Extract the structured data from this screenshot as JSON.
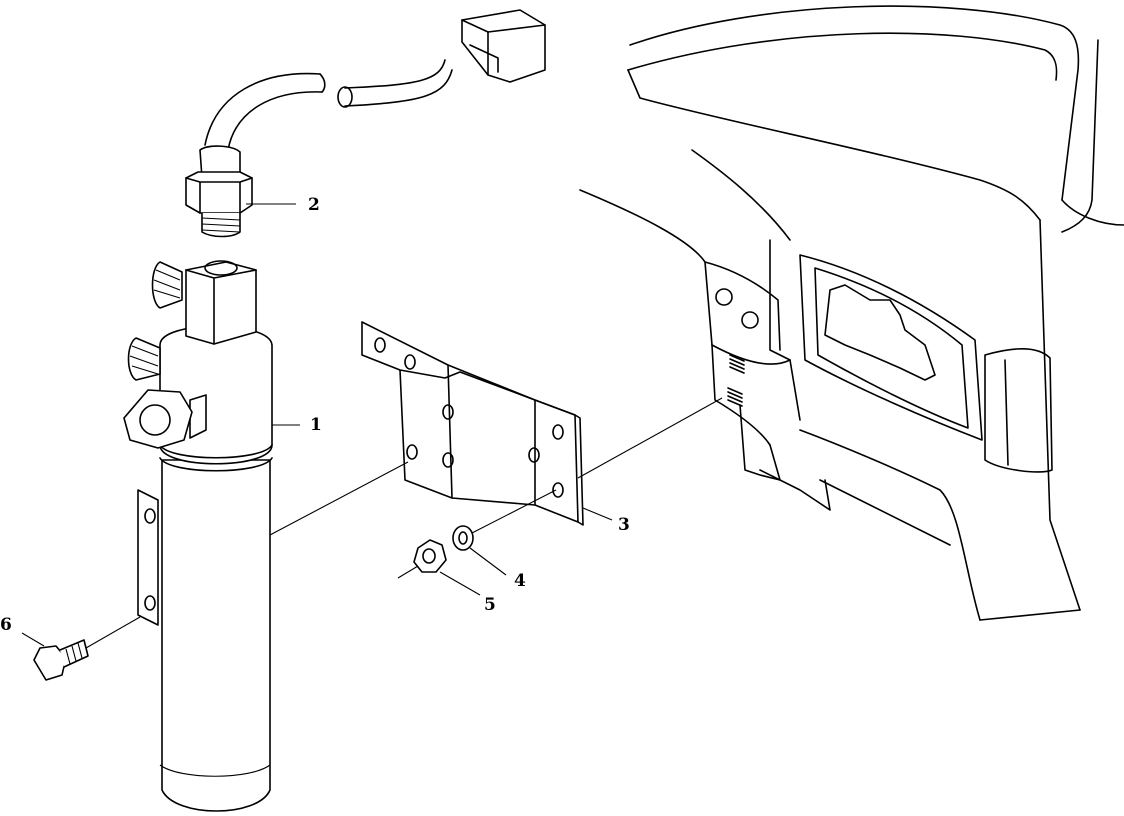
{
  "callouts": {
    "c1": {
      "number": "1",
      "part": "receiver-drier"
    },
    "c2": {
      "number": "2",
      "part": "pressure-switch"
    },
    "c3": {
      "number": "3",
      "part": "mounting-bracket"
    },
    "c4": {
      "number": "4",
      "part": "washer"
    },
    "c5": {
      "number": "5",
      "part": "nut"
    },
    "c6": {
      "number": "6",
      "part": "bolt"
    }
  },
  "colors": {
    "line": "#000000",
    "background": "#ffffff"
  }
}
